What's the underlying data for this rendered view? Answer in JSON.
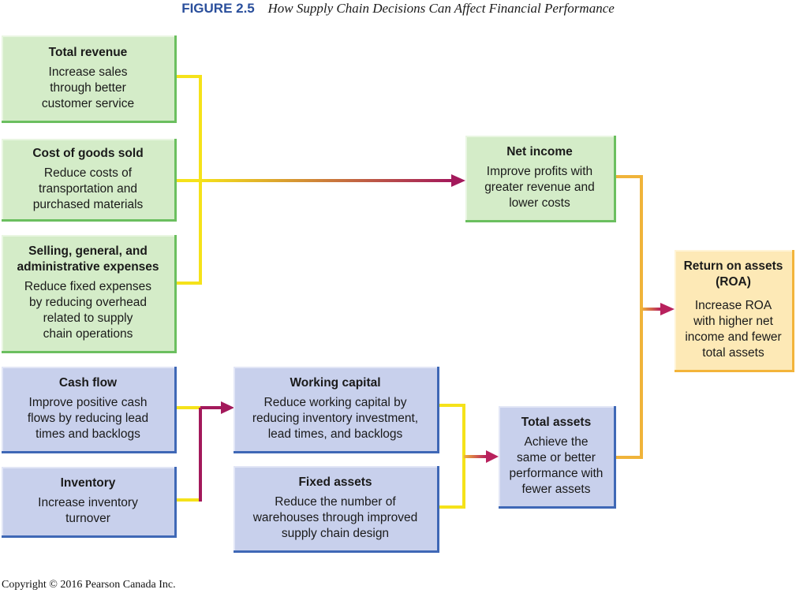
{
  "figure": {
    "number": "FIGURE 2.5",
    "title": "How Supply Chain Decisions Can Affect Financial Performance"
  },
  "boxes": {
    "total_revenue": {
      "title": "Total revenue",
      "body": "Increase sales\nthrough better\ncustomer service"
    },
    "cogs": {
      "title": "Cost of goods sold",
      "body": "Reduce costs of\ntransportation and\npurchased materials"
    },
    "sga": {
      "title": "Selling, general, and\nadministrative expenses",
      "body": "Reduce fixed expenses\nby reducing overhead\nrelated to supply\nchain operations"
    },
    "cash_flow": {
      "title": "Cash flow",
      "body": "Improve positive cash\nflows by reducing lead\ntimes and backlogs"
    },
    "inventory": {
      "title": "Inventory",
      "body": "Increase inventory\nturnover"
    },
    "working_capital": {
      "title": "Working capital",
      "body": "Reduce working capital by\nreducing inventory investment,\nlead times, and backlogs"
    },
    "fixed_assets": {
      "title": "Fixed assets",
      "body": "Reduce the number of\nwarehouses through improved\nsupply chain design"
    },
    "net_income": {
      "title": "Net income",
      "body": "Improve profits with\ngreater revenue and\nlower costs"
    },
    "total_assets": {
      "title": "Total assets",
      "body": "Achieve the\nsame or better\nperformance with\nfewer assets"
    },
    "roa": {
      "title": "Return on assets\n(ROA)",
      "body": "Increase ROA\nwith higher net\nincome and fewer\ntotal assets"
    }
  },
  "colors": {
    "revenue_cost_fill": "#d4ecc8",
    "asset_fill": "#c8d0ec",
    "roa_fill": "#fde9b6",
    "connector_yellow": "#f5e21a",
    "connector_purple": "#a3195b",
    "connector_orange": "#f0b43a"
  },
  "copyright": "Copyright © 2016 Pearson Canada Inc."
}
